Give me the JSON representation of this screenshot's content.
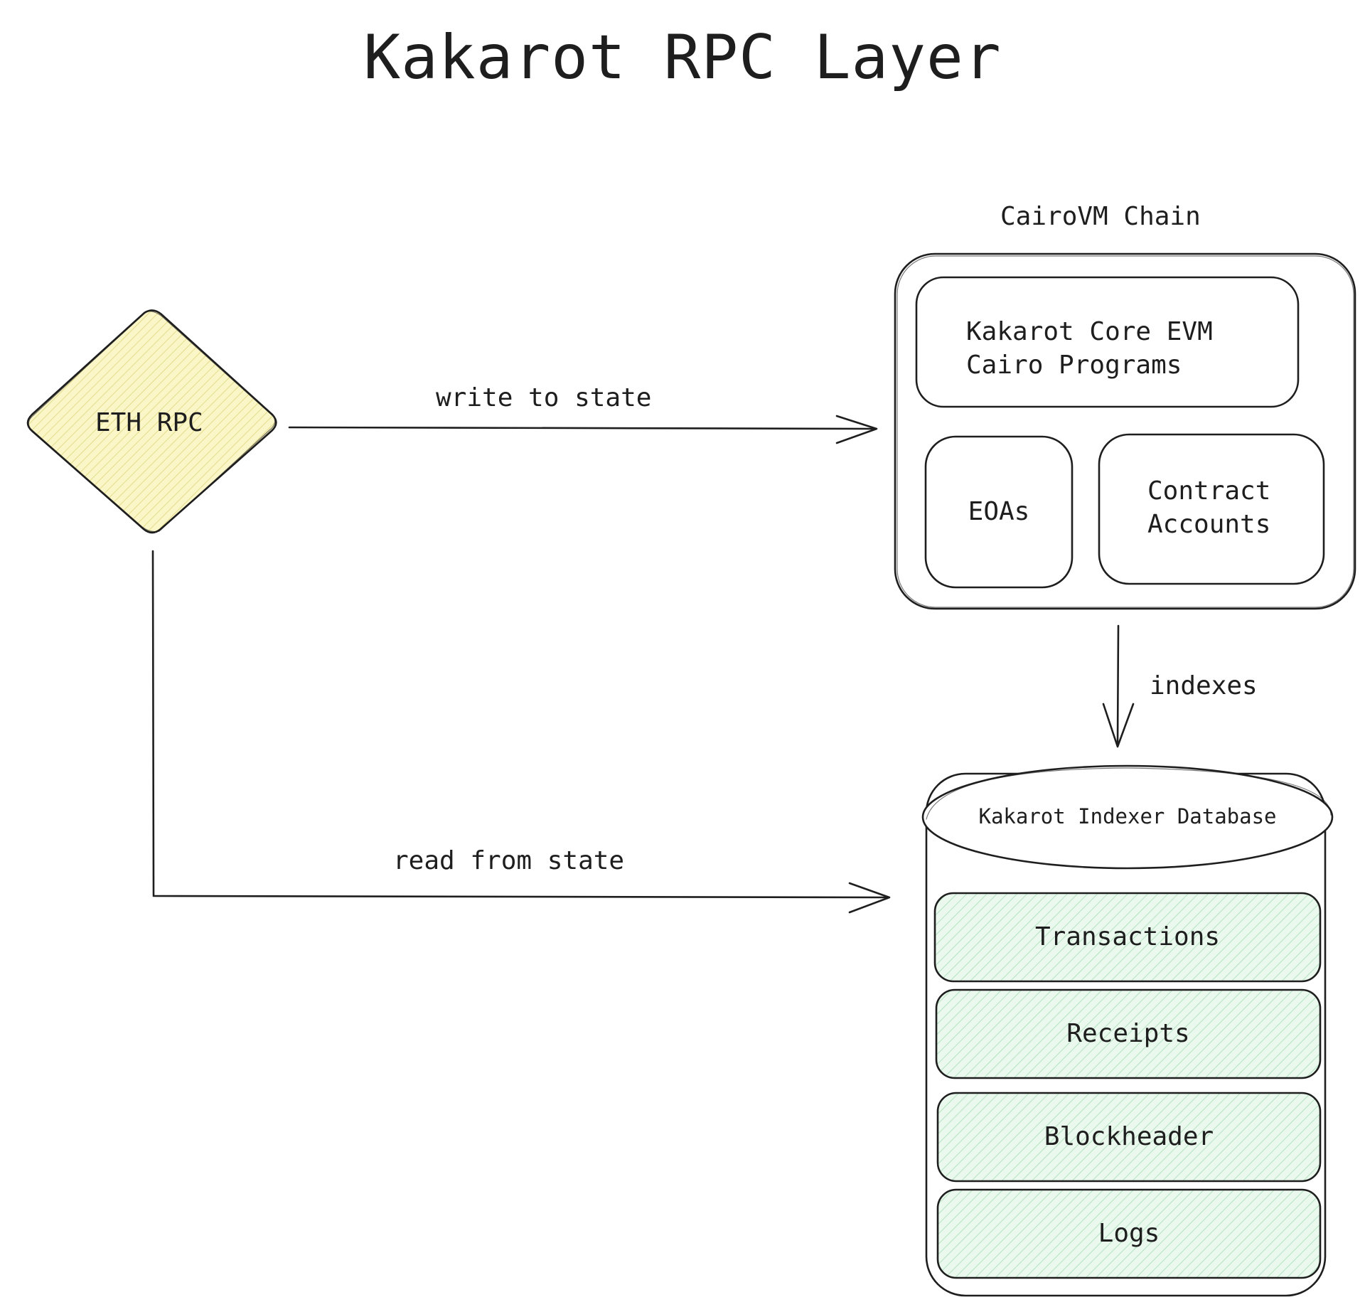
{
  "title": "Kakarot RPC Layer",
  "nodes": {
    "eth_rpc": "ETH RPC",
    "cairovm_chain": "CairoVM Chain",
    "core_evm_line1": "Kakarot Core EVM",
    "core_evm_line2": "Cairo Programs",
    "eoas": "EOAs",
    "contract_accounts_line1": "Contract",
    "contract_accounts_line2": "Accounts",
    "indexer_db": "Kakarot Indexer Database",
    "transactions": "Transactions",
    "receipts": "Receipts",
    "blockheader": "Blockheader",
    "logs": "Logs"
  },
  "edges": {
    "write": "write to state",
    "read": "read from state",
    "indexes": "indexes"
  },
  "colors": {
    "stroke": "#1e1e1e",
    "diamond_fill": "#fbf6c8",
    "diamond_hatch": "#e3dc8a",
    "table_fill": "#e5f7ea",
    "table_hatch": "#a3dcb4",
    "background": "#ffffff"
  }
}
